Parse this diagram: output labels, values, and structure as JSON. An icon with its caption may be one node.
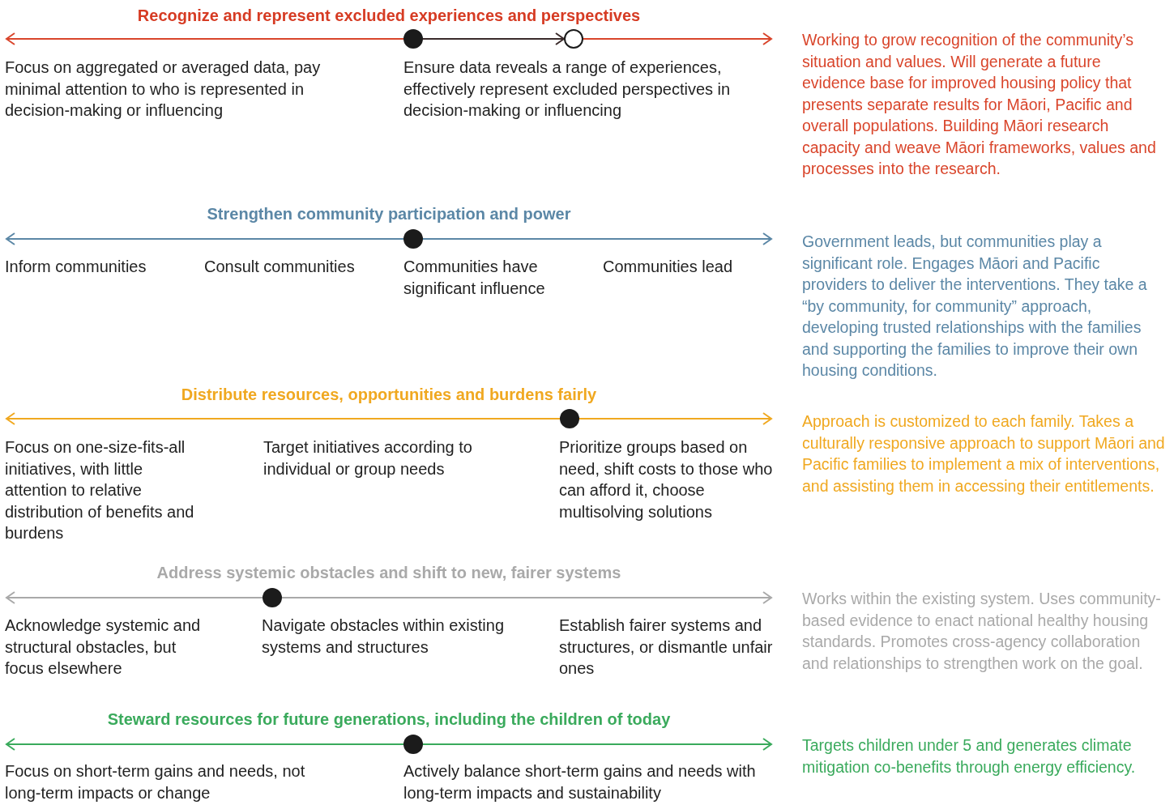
{
  "diagram": {
    "nodes": [
      {
        "text": [],
        "shape": "circle"
      },
      {
        "text": [],
        "shape": "circle"
      }
    ],
    "edges": [
      {
        "from": 0,
        "to": 1,
        "arrow": "to"
      }
    ],
    "labels": [
      "Recognize and represent excluded experiences and perspectives",
      "Focus on aggregated or averaged data, pay minimal attention to who is represented in decision-making or influencing",
      "Ensure data reveals a range of experiences, effectively represent excluded perspectives in decision-making or influencing",
      "Working to grow recognition of the community’s situation and values. Will generate a future evidence base for improved housing policy that presents separate results for Māori, Pacific and overall populations. Building Māori research capacity and weave Māori frameworks, values and processes into the research.",
      "Strengthen community participation and power",
      "Inform communities",
      "Consult communities",
      "Communities have significant influence",
      "Communities lead",
      "Government leads, but communities play a significant role. Engages Māori and Pacific providers to deliver the interventions. They take a “by community, for community” approach, developing trusted relationships with the families and supporting the families to improve their own housing conditions.",
      "Distribute resources, opportunities and burdens fairly",
      "Focus on one-size-fits-all initiatives, with little attention to relative distribution of benefits and burdens",
      "Target initiatives according to individual or group needs",
      "Prioritize groups based on need, shift costs to those who can afford it, choose multisolving solutions",
      "Approach is customized to each family. Takes a culturally responsive approach to support Māori and Pacific families to implement a mix of interventions, and assisting them in accessing their entitlements.",
      "Address systemic obstacles and shift to new, fairer systems",
      "Acknowledge systemic and structural obstacles, but focus elsewhere",
      "Navigate obstacles within existing systems and structures",
      "Establish fairer systems and structures, or dismantle unfair ones",
      "Works within the existing system. Uses community-based evidence to enact national healthy housing standards. Promotes cross-agency collaboration and relationships to strengthen work on the goal.",
      "Steward resources for future generations, including the children of today",
      "Focus on short-term gains and needs, not long-term impacts or change",
      "Actively balance short-term gains and needs with long-term impacts and sustainability",
      "Targets children under 5 and generates climate mitigation co-benefits through energy efficiency."
    ]
  }
}
